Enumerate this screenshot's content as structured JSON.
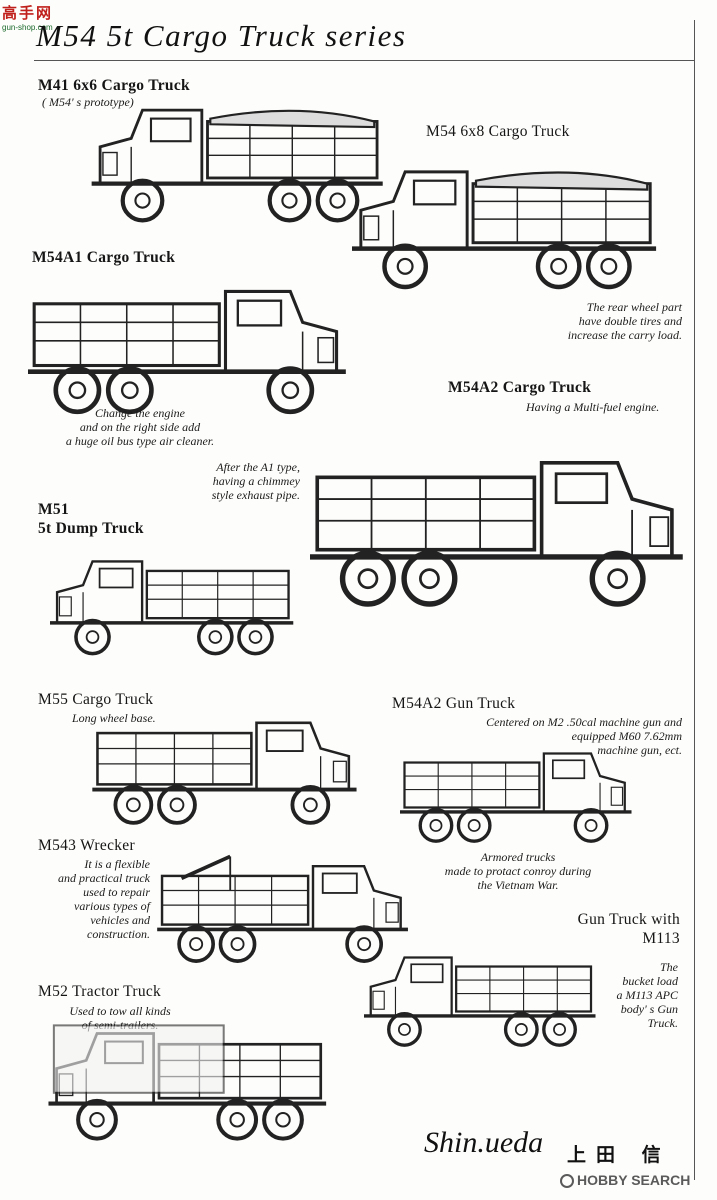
{
  "site_logo": {
    "main": "高手网",
    "sub": "gun-shop.com"
  },
  "title": "M54 5t Cargo Truck series",
  "vehicles": [
    {
      "label": "M41 6x6 Cargo Truck",
      "note": "( M54' s prototype)"
    },
    {
      "label": "M54 6x8 Cargo Truck",
      "note": "The rear wheel part\nhave double tires and\nincrease the carry load."
    },
    {
      "label": "M54A1 Cargo Truck",
      "note": "Change the engine\nand on the right side add\na huge oil bus type air cleaner."
    },
    {
      "label": "M54A2 Cargo Truck",
      "note": "Having a Multi-fuel engine.",
      "note2": "After the A1 type,\nhaving a chimmey\nstyle exhaust pipe."
    },
    {
      "label": "M51\n5t Dump Truck",
      "note": ""
    },
    {
      "label": "M55 Cargo Truck",
      "note": "Long wheel base."
    },
    {
      "label": "M54A2 Gun Truck",
      "note": "Centered on M2 .50cal machine gun and\nequipped M60 7.62mm\nmachine gun, ect.",
      "note2": "Armored trucks\nmade to protact conroy during\nthe Vietnam War."
    },
    {
      "label": "M543 Wrecker",
      "note": "It is a flexible\nand practical truck\nused to repair\nvarious types of\nvehicles and\nconstruction."
    },
    {
      "label": "Gun Truck with\nM113",
      "note": "The\nbucket load\na M113 APC\nbody' s Gun\nTruck."
    },
    {
      "label": "M52 Tractor Truck",
      "note": "Used to tow all kinds\nof semi-trailers."
    }
  ],
  "signature": {
    "text": "Shin.ueda",
    "kanji": "上田 信"
  },
  "watermark": "HOBBY SEARCH"
}
